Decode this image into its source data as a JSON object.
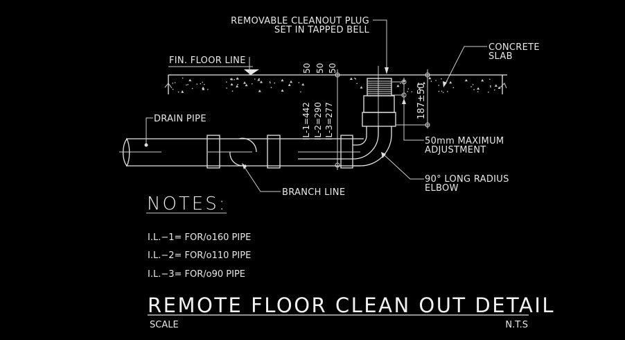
{
  "drawing": {
    "title": "REMOTE FLOOR CLEAN OUT DETAIL",
    "scale_label": "SCALE",
    "scale_value": "N.T.S",
    "background": "#000000",
    "line_color": "#e6e6e6"
  },
  "labels": {
    "cleanout_plug_line1": "REMOVABLE CLEANOUT PLUG",
    "cleanout_plug_line2": "SET IN TAPPED BELL",
    "concrete_slab_line1": "CONCRETE",
    "concrete_slab_line2": "SLAB",
    "fin_floor_line": "FIN.  FLOOR LINE",
    "drain_pipe": "DRAIN PIPE",
    "branch_line": "BRANCH LINE",
    "adjustment_line1": "50mm MAXIMUM",
    "adjustment_line2": "ADJUSTMENT",
    "elbow_line1": "90° LONG RADIUS",
    "elbow_line2": "ELBOW"
  },
  "dimensions": {
    "slab_thickness": [
      "50",
      "50",
      "50"
    ],
    "invert_levels": [
      "IL-1=442",
      "IL-2=290",
      "IL-3=277"
    ],
    "adjustment_dim": "187±50"
  },
  "notes": {
    "heading": "NOTES:",
    "items": [
      "I.L.−1=  FOR/o160  PIPE",
      "I.L.−2=  FOR/o110  PIPE",
      "I.L.−3=  FOR/o90  PIPE"
    ]
  }
}
